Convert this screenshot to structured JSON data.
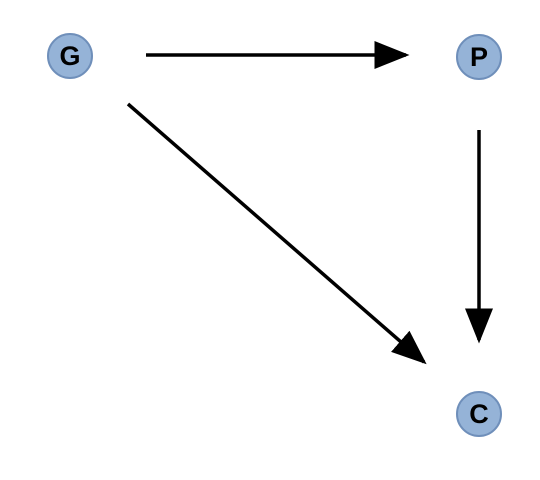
{
  "nodes": [
    {
      "id": "G",
      "label": "G"
    },
    {
      "id": "P",
      "label": "P"
    },
    {
      "id": "C",
      "label": "C"
    }
  ],
  "edges": [
    {
      "from": "G",
      "to": "P"
    },
    {
      "from": "G",
      "to": "C"
    },
    {
      "from": "P",
      "to": "C"
    }
  ],
  "colors": {
    "node_fill": "#95b3d7",
    "node_border": "#6f8fba",
    "edge": "#000000"
  }
}
